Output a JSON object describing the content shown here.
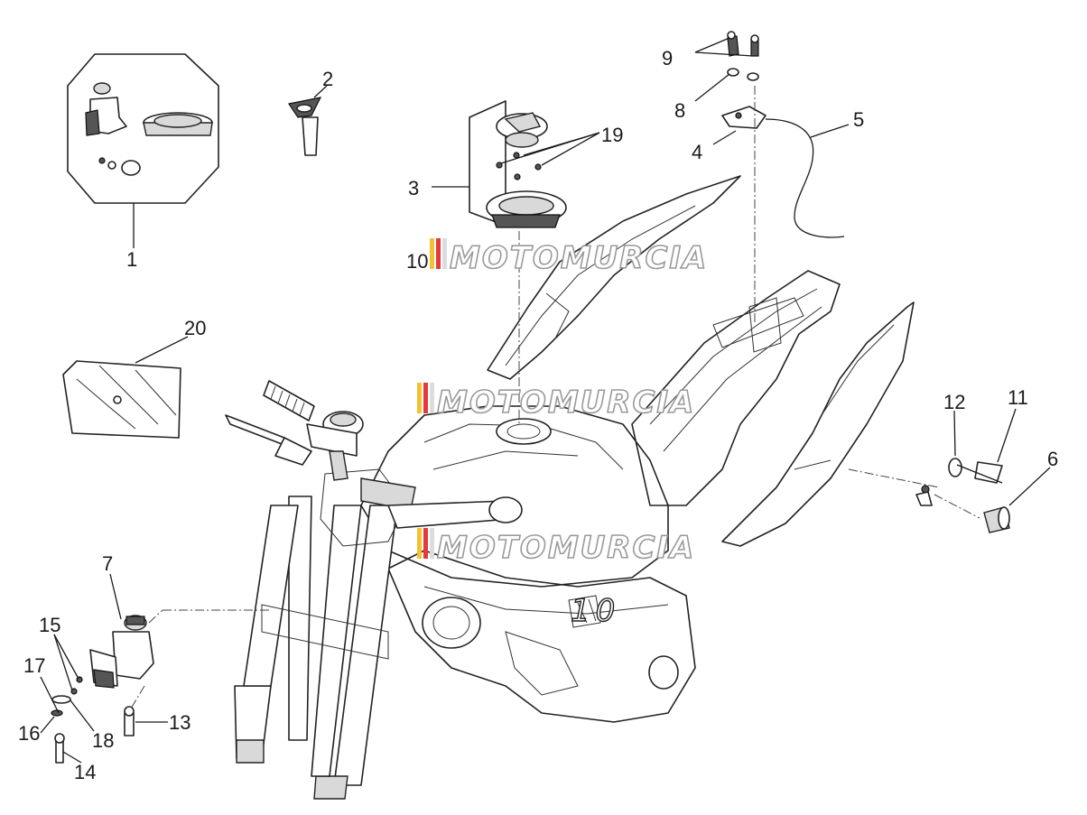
{
  "callouts": {
    "c1": "1",
    "c2": "2",
    "c3": "3",
    "c4": "4",
    "c5": "5",
    "c6": "6",
    "c7": "7",
    "c8": "8",
    "c9": "9",
    "c10": "10",
    "c11": "11",
    "c12": "12",
    "c13": "13",
    "c14": "14",
    "c15": "15",
    "c16": "16",
    "c17": "17",
    "c18": "18",
    "c19": "19",
    "c20": "20"
  },
  "watermark": {
    "text": "MOTOMURCIA",
    "stripe_colors": [
      "#f2c230",
      "#e5393b",
      "#dcdcdc"
    ]
  },
  "frame_badge": "10"
}
